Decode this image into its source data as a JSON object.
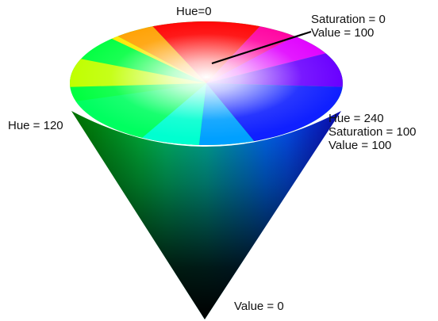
{
  "colors": {
    "background": "#ffffff",
    "label_text": "#111111",
    "pointer_line": "#000000"
  },
  "labels": {
    "hue_0": "Hue=0",
    "top_center": {
      "saturation": "Saturation = 0",
      "value": "Value = 100"
    },
    "hue_120": "Hue = 120",
    "rim_240": {
      "hue": "Hue = 240",
      "saturation": "Saturation = 100",
      "value": "Value = 100"
    },
    "apex": "Value = 0"
  }
}
